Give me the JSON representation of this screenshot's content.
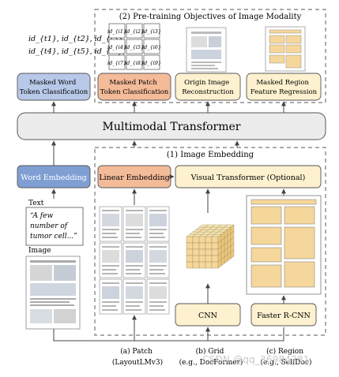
{
  "sections": {
    "pretraining_title": "(2) Pre-training Objectives of Image Modality",
    "image_embedding_title": "(1) Image Embedding"
  },
  "tokens": {
    "line1": "id_{t1}, id_{t2}, id_{t3},",
    "line2": "id_{t4}, id_{t5}, id_{t6}, ..."
  },
  "patch_ids": [
    "id_{i1}",
    "id_{i2}",
    "id_{i3}",
    "id_{i4}",
    "id_{i5}",
    "id_{i6}",
    "id_{i7}",
    "id_{i8}",
    "id_{i9}"
  ],
  "boxes": {
    "masked_word": [
      "Masked Word",
      "Token Classification"
    ],
    "masked_patch": [
      "Masked Patch",
      "Token Classification"
    ],
    "origin_image": [
      "Origin Image",
      "Reconstruction"
    ],
    "masked_region": [
      "Masked Region",
      "Feature Regression"
    ],
    "multimodal": "Multimodal Transformer",
    "word_embedding": "Word Embedding",
    "linear_embedding": "Linear Embedding",
    "visual_transformer": "Visual Transformer (Optional)",
    "cnn": "CNN",
    "faster_rcnn": "Faster R-CNN"
  },
  "inputs": {
    "text_label": "Text",
    "text_quote": [
      "“A few",
      "number of",
      "tumor cell...”"
    ],
    "image_label": "Image"
  },
  "captions": {
    "patch": [
      "(a) Patch",
      "(LayoutLMv3)"
    ],
    "grid": [
      "(b) Grid",
      "(e.g., DocFormer)"
    ],
    "region": [
      "(c) Region",
      "(e.g., SelfDoc)"
    ]
  },
  "watermark": "CSDN @qq_36984281",
  "colors": {
    "blue_fill": "#7f9fd3",
    "blue_light": "#b8c8e8",
    "orange_fill": "#f4bb99",
    "cream_fill": "#fdf1cf",
    "grey_fill": "#ececec",
    "dash": "#777777"
  }
}
